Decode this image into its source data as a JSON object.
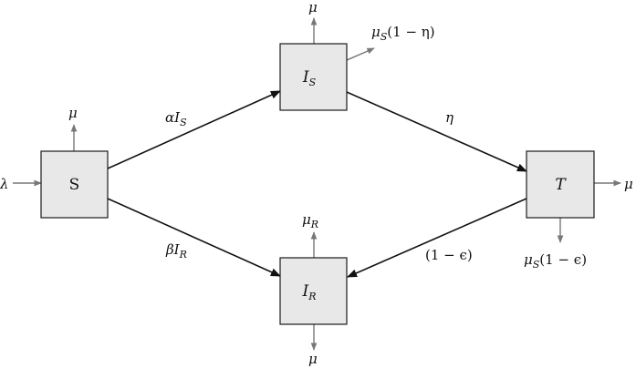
{
  "nodes": {
    "S": {
      "label": "S"
    },
    "IS": {
      "label": "I",
      "sub": "S"
    },
    "IR": {
      "label": "I",
      "sub": "R"
    },
    "T": {
      "label": "T"
    }
  },
  "edges": {
    "s_to_is": {
      "label": "αI",
      "sub": "S"
    },
    "s_to_ir": {
      "label": "βI",
      "sub": "R"
    },
    "is_to_t": {
      "label": "η"
    },
    "t_to_ir": {
      "label": "(1 − ϵ)"
    }
  },
  "flows": {
    "lambda_in": {
      "label": "λ"
    },
    "s_mu": {
      "label": "μ"
    },
    "is_mu": {
      "label": "μ"
    },
    "is_mu_s_pre": {
      "label": "μ",
      "sub": "S",
      "post": "(1 − η)"
    },
    "ir_mu_r": {
      "label": "μ",
      "sub": "R"
    },
    "ir_mu": {
      "label": "μ"
    },
    "t_mu": {
      "label": "μ"
    },
    "t_mu_s_pre": {
      "label": "μ",
      "sub": "S",
      "post": "(1 − ϵ)"
    }
  }
}
